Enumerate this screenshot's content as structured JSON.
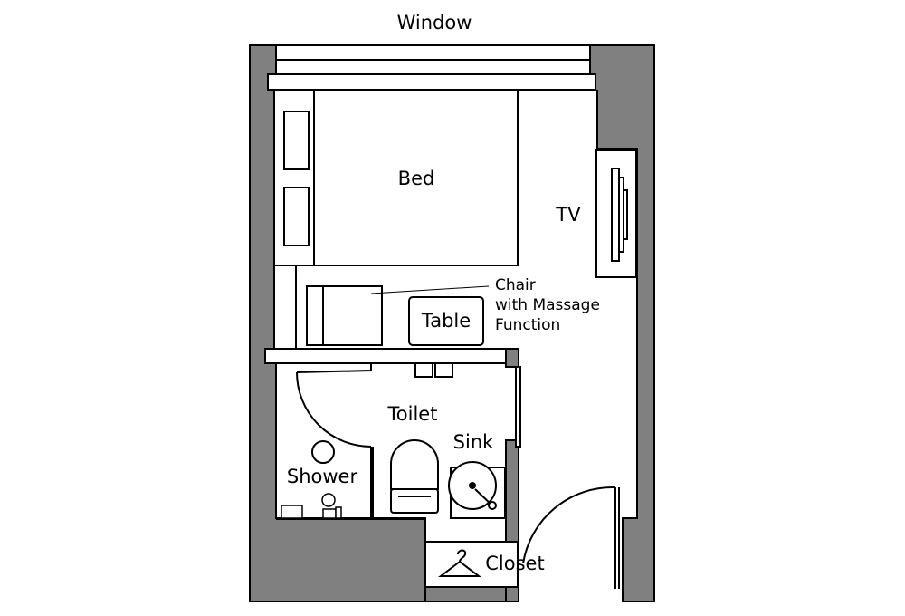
{
  "labels": {
    "window": "Window",
    "bed": "Bed",
    "tv": "TV",
    "chair": [
      "Chair",
      "with Massage",
      "Function"
    ],
    "table": "Table",
    "toilet": "Toilet",
    "sink": "Sink",
    "shower": "Shower",
    "closet": "Closet"
  },
  "colors": {
    "wall": "#808080",
    "line": "#000000",
    "background": "#ffffff"
  },
  "icons": {
    "closet": "hanger-icon",
    "tv": "tv-icon",
    "faucet": "faucet-icon"
  }
}
